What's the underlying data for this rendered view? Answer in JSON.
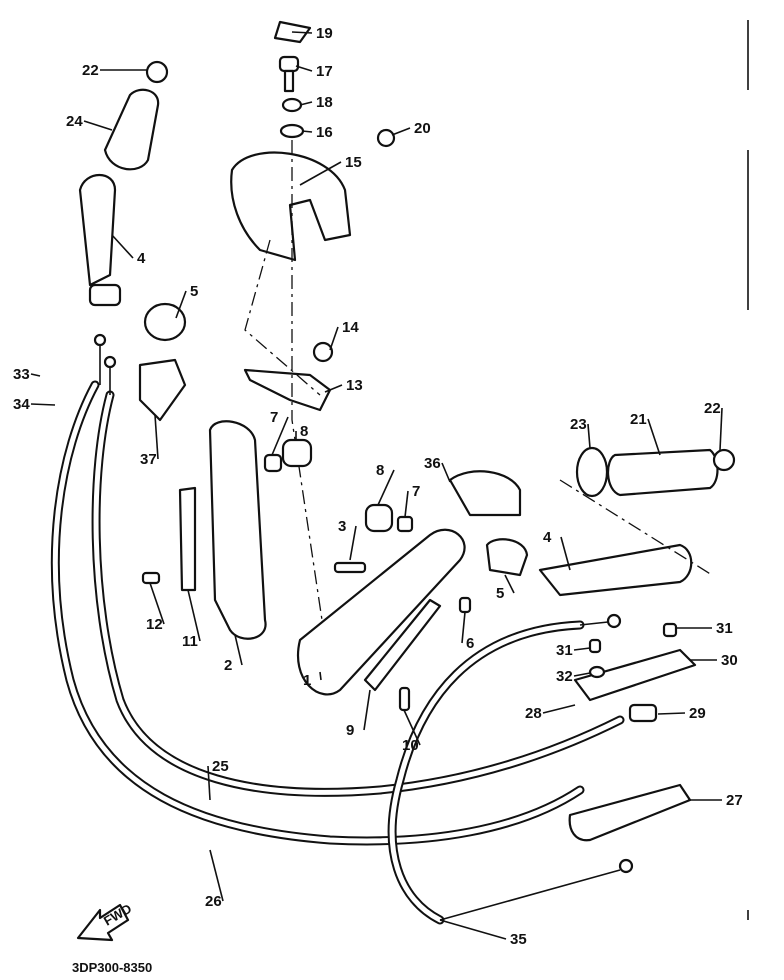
{
  "diagram": {
    "drawing_code": "3DP300-8350",
    "direction_arrow_label": "FWD",
    "callouts": [
      "19",
      "17",
      "18",
      "16",
      "20",
      "15",
      "22",
      "24",
      "4",
      "5",
      "14",
      "13",
      "33",
      "34",
      "37",
      "7",
      "8",
      "23",
      "21",
      "22",
      "36",
      "8",
      "7",
      "3",
      "4",
      "5",
      "6",
      "12",
      "11",
      "2",
      "1",
      "9",
      "10",
      "31",
      "31",
      "30",
      "32",
      "28",
      "29",
      "27",
      "25",
      "26",
      "35"
    ]
  }
}
